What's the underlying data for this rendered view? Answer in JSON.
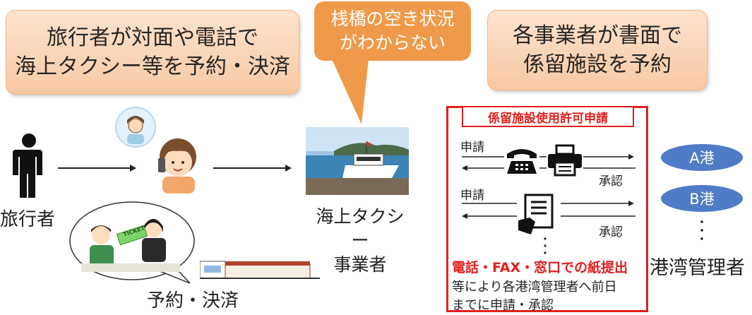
{
  "callouts": {
    "left": "旅行者が対面や電話で\n海上タクシー等を予約・決済",
    "middle": "桟橋の空き状況\nがわからない",
    "right": "各事業者が書面で\n係留施設を予約"
  },
  "labels": {
    "traveler": "旅行者",
    "taxi_operator": "海上タクシー\n事業者",
    "reservation": "予約・決済",
    "port_manager": "港湾管理者",
    "ticket": "TICKET"
  },
  "permit_box": {
    "title": "係留施設使用許可申請",
    "apply_1": "申請",
    "approve_1": "承認",
    "apply_2": "申請",
    "approve_2": "承認",
    "note_red": "電話・FAX・窓口での紙提出",
    "note_line1": "等により各港湾管理者へ前日",
    "note_line2": "までに申請・承認"
  },
  "ports": [
    "A港",
    "B港"
  ],
  "colors": {
    "peach": "#f8c9a3",
    "orange": "#ef9a4a",
    "red": "#e21f1f",
    "port_blue": "#4f7cc6"
  }
}
